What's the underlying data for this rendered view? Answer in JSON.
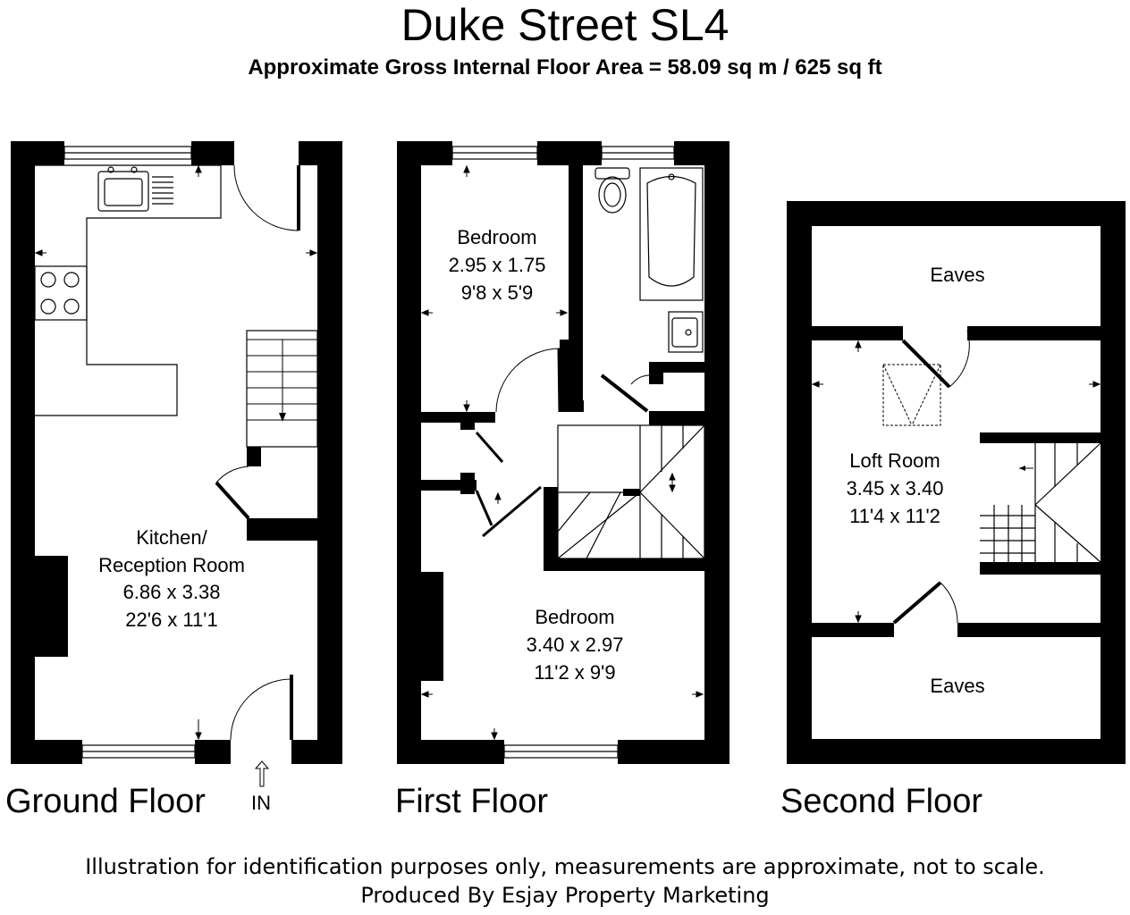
{
  "title": "Duke Street SL4",
  "subtitle": "Approximate Gross Internal Floor Area = 58.09 sq m / 625 sq ft",
  "floors": {
    "ground": {
      "label": "Ground Floor",
      "entrance": "IN",
      "rooms": [
        {
          "name_line1": "Kitchen/",
          "name_line2": "Reception Room",
          "metric": "6.86 x 3.38",
          "imperial": "22'6 x 11'1"
        }
      ]
    },
    "first": {
      "label": "First Floor",
      "rooms": [
        {
          "name": "Bedroom",
          "metric": "2.95 x 1.75",
          "imperial": "9'8 x 5'9"
        },
        {
          "name": "Bedroom",
          "metric": "3.40 x 2.97",
          "imperial": "11'2 x 9'9"
        }
      ]
    },
    "second": {
      "label": "Second Floor",
      "rooms": [
        {
          "name": "Eaves"
        },
        {
          "name": "Loft Room",
          "metric": "3.45 x 3.40",
          "imperial": "11'4 x 11'2"
        },
        {
          "name": "Eaves"
        }
      ]
    }
  },
  "footer": {
    "line1": "Illustration for identification purposes only, measurements are approximate, not to scale.",
    "line2": "Produced By Esjay Property Marketing"
  }
}
